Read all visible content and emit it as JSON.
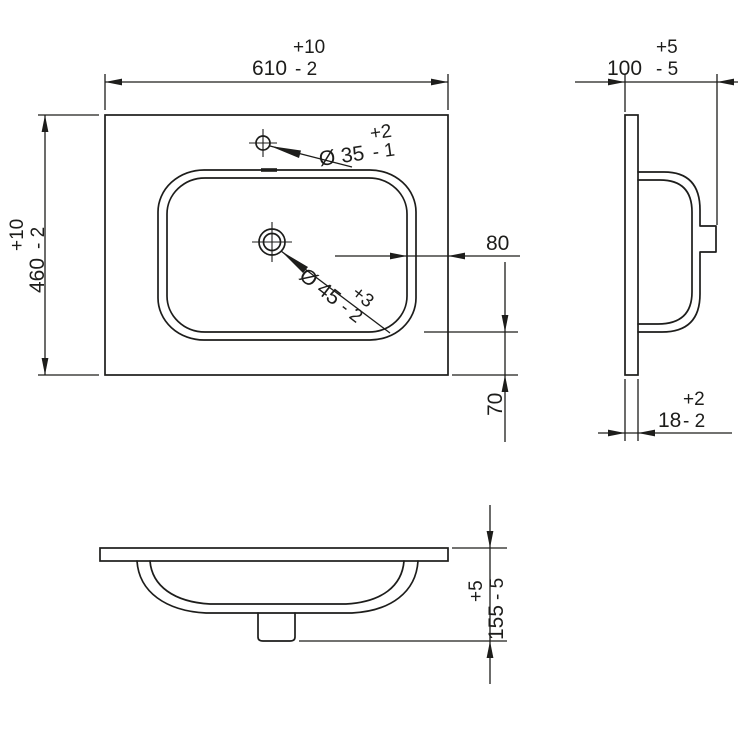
{
  "drawing": {
    "type": "technical dimension drawing - vanity washbasin",
    "background": "#ffffff",
    "line_color": "#1d1d1b",
    "views": {
      "plan": {
        "dims": {
          "width": {
            "nominal": "610",
            "plus": "+10",
            "minus": "- 2"
          },
          "height": {
            "nominal": "460",
            "plus": "+10",
            "minus": "- 2"
          },
          "faucet_hole": {
            "nominal": "Ø 35",
            "plus": "+2",
            "minus": "- 1"
          },
          "drain_hole": {
            "nominal": "Ø 45",
            "plus": "+3",
            "minus": "- 2"
          },
          "edge_offset": {
            "nominal": "80"
          },
          "bottom_offset": {
            "nominal": "70"
          }
        }
      },
      "side": {
        "dims": {
          "depth": {
            "nominal": "100",
            "plus": "+5",
            "minus": "- 5"
          },
          "thickness": {
            "nominal": "18",
            "plus": "+2",
            "minus": "- 2"
          }
        }
      },
      "front": {
        "dims": {
          "install_height": {
            "nominal": "155",
            "plus": "+5",
            "minus": "- 5"
          }
        }
      }
    }
  }
}
